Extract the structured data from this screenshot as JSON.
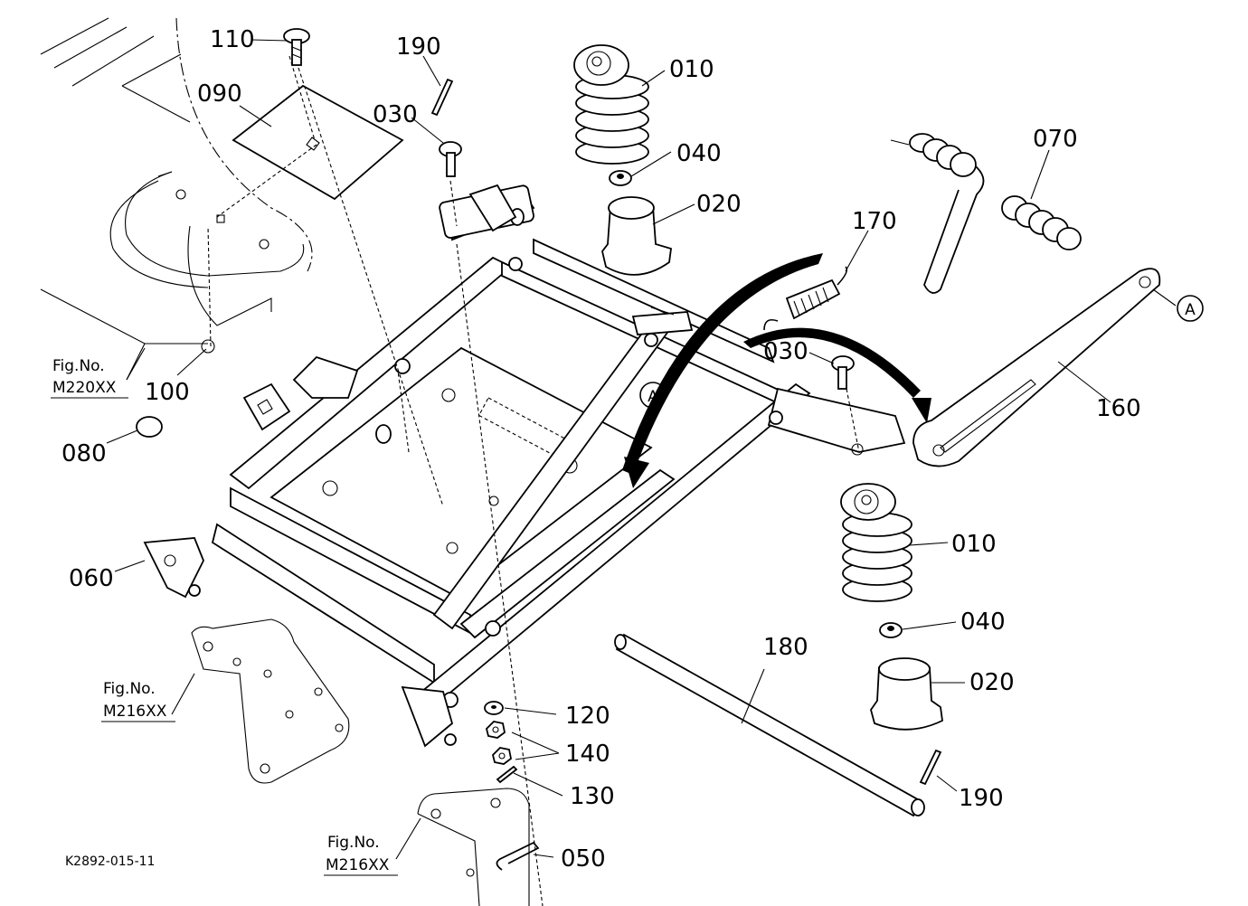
{
  "diagram_code": "K2892-015-11",
  "parts": {
    "p010a": "010",
    "p010b": "010",
    "p020a": "020",
    "p020b": "020",
    "p030a": "030",
    "p030b": "030",
    "p040a": "040",
    "p040b": "040",
    "p050": "050",
    "p060": "060",
    "p070": "070",
    "p080": "080",
    "p090": "090",
    "p100": "100",
    "p110": "110",
    "p120": "120",
    "p130": "130",
    "p140": "140",
    "p160": "160",
    "p170": "170",
    "p180": "180",
    "p190a": "190",
    "p190b": "190"
  },
  "figure_refs": [
    {
      "label": "Fig.No.",
      "number": "M220XX"
    },
    {
      "label": "Fig.No.",
      "number": "M216XX"
    },
    {
      "label": "Fig.No.",
      "number": "M216XX"
    }
  ],
  "markers": {
    "a1": "A",
    "a2": "A"
  }
}
